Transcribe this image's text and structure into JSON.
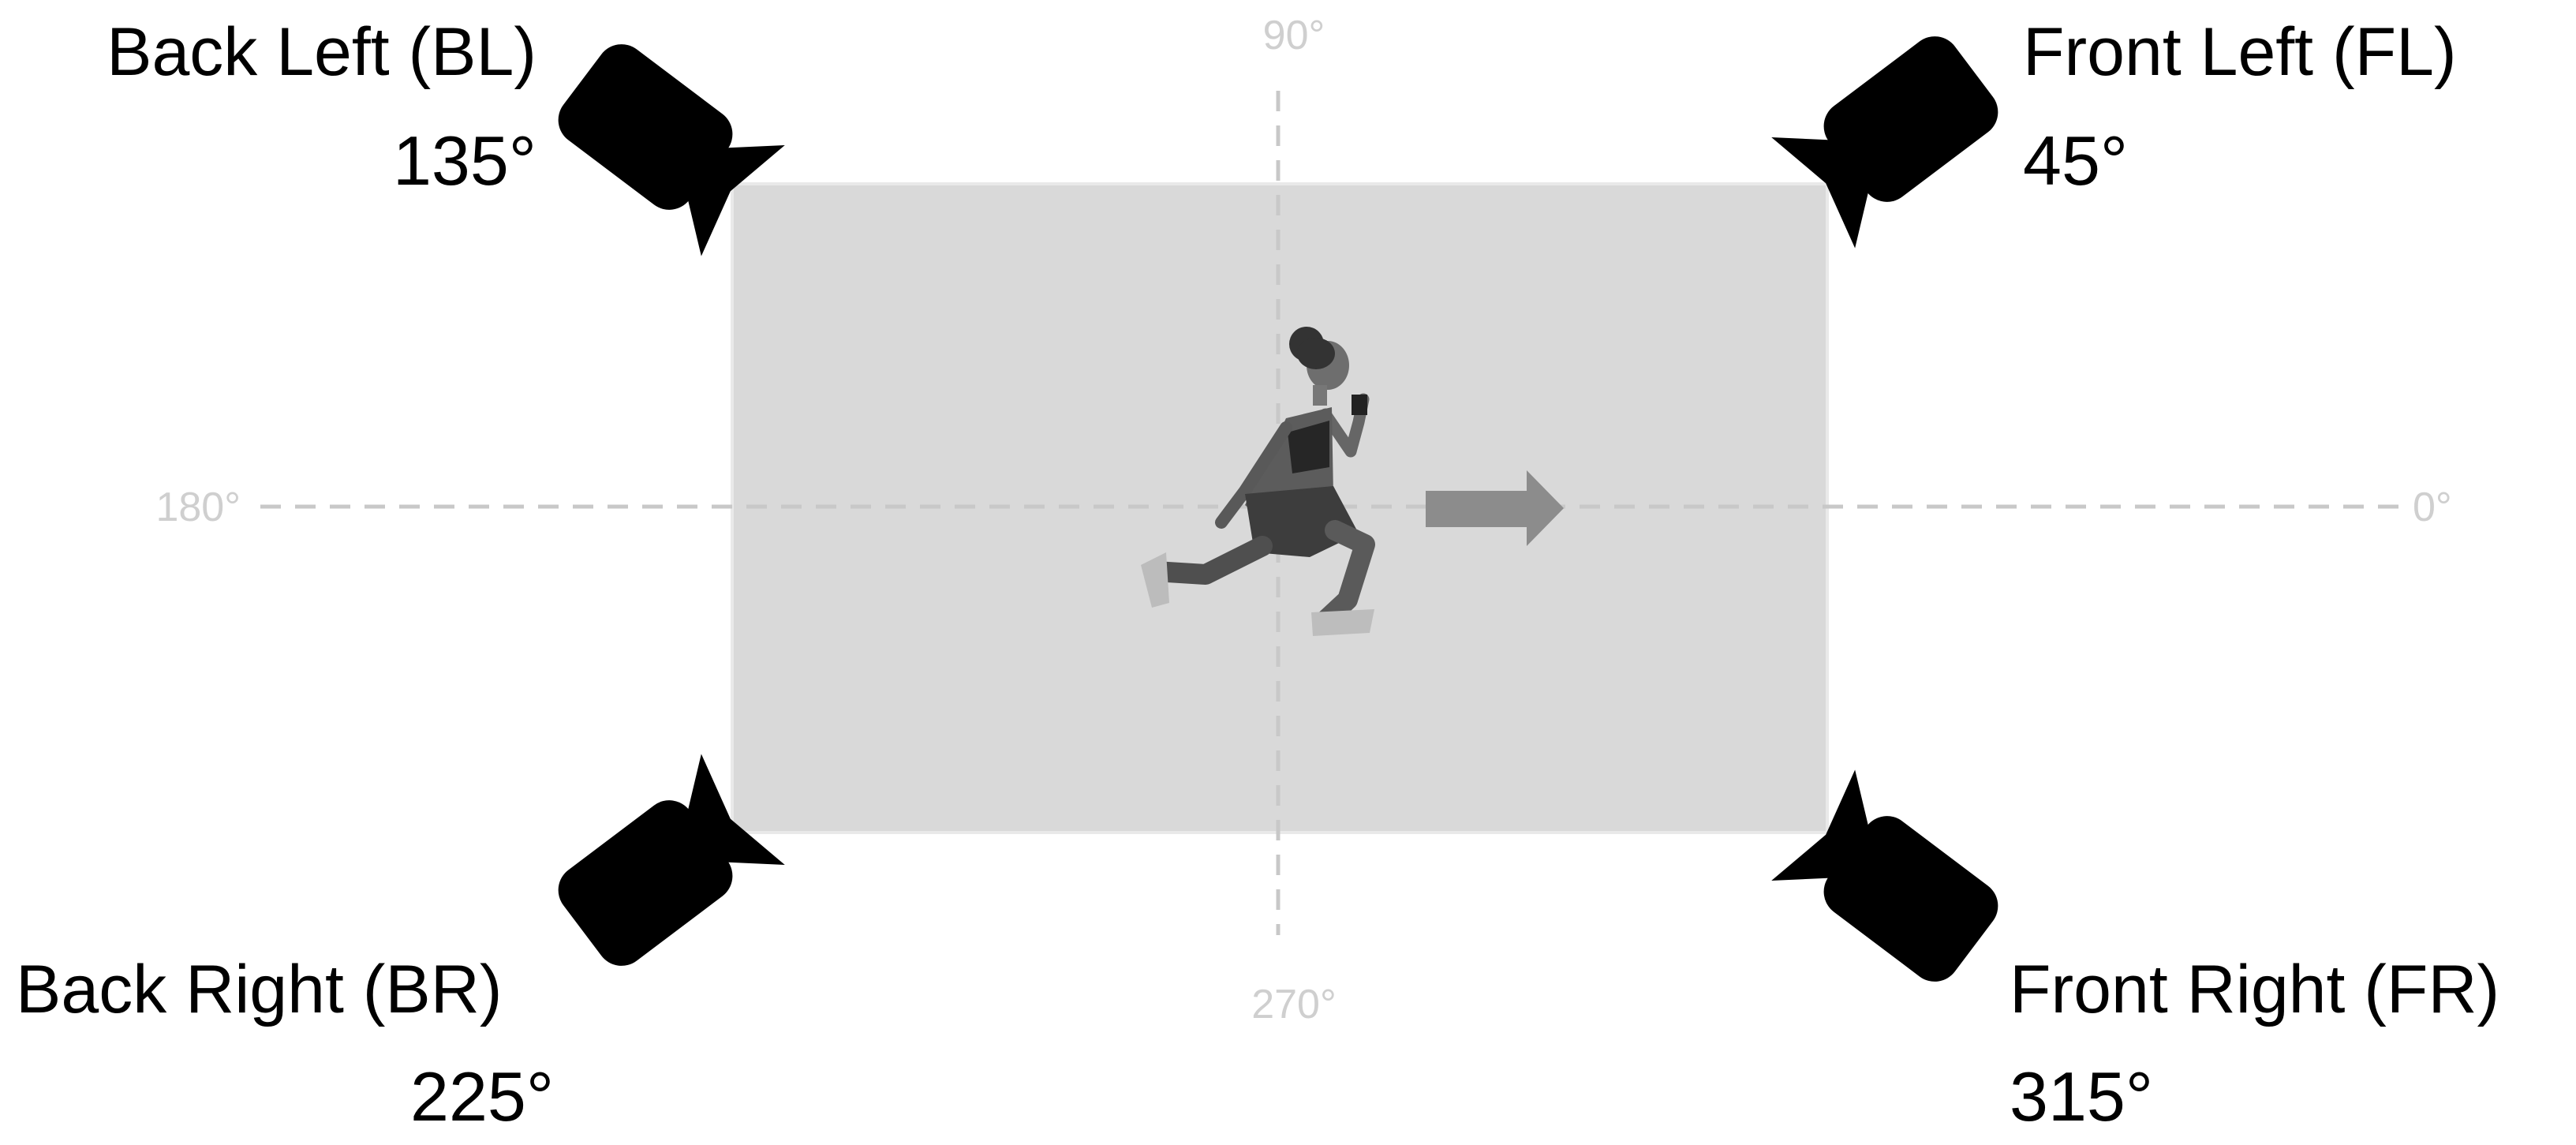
{
  "axes": {
    "top": "90°",
    "left": "180°",
    "right": "0°",
    "bottom": "270°",
    "line_color": "#c8c8c8",
    "label_color": "#cfcfcf"
  },
  "arena": {
    "fill_color": "#d9d9d9"
  },
  "runner": {
    "icon": "runner-figure",
    "direction_icon": "arrow-right",
    "arrow_color": "#8c8c8c"
  },
  "cameras": {
    "back_left": {
      "label": "Back Left (BL)",
      "angle": "135°",
      "icon": "video-camera"
    },
    "front_left": {
      "label": "Front Left (FL)",
      "angle": "45°",
      "icon": "video-camera"
    },
    "back_right": {
      "label": "Back Right (BR)",
      "angle": "225°",
      "icon": "video-camera"
    },
    "front_right": {
      "label": "Front Right (FR)",
      "angle": "315°",
      "icon": "video-camera"
    }
  }
}
